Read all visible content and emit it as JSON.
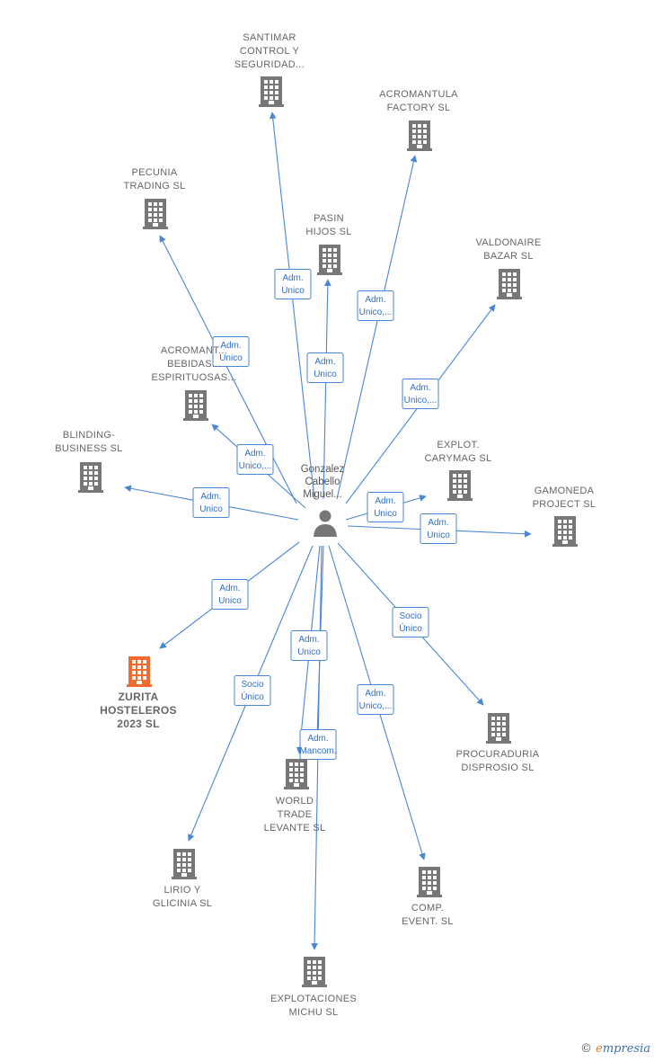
{
  "center": {
    "label_lines": [
      "Gonzalez",
      "Cabello",
      "Miguel..."
    ]
  },
  "nodes": [
    {
      "id": "santimar",
      "lines": [
        "SANTIMAR",
        "CONTROL Y",
        "SEGURIDAD..."
      ],
      "highlight": false
    },
    {
      "id": "acromantula-factory",
      "lines": [
        "ACROMANTULA",
        "FACTORY  SL"
      ],
      "highlight": false
    },
    {
      "id": "pecunia",
      "lines": [
        "PECUNIA",
        "TRADING  SL"
      ],
      "highlight": false
    },
    {
      "id": "pasin",
      "lines": [
        "PASIN",
        "HIJOS SL"
      ],
      "highlight": false
    },
    {
      "id": "valdonaire",
      "lines": [
        "VALDONAIRE",
        "BAZAR  SL"
      ],
      "highlight": false
    },
    {
      "id": "acromantula-bebidas",
      "lines": [
        "ACROMANT...",
        "BEBIDAS...",
        "ESPIRITUOSAS..."
      ],
      "highlight": false
    },
    {
      "id": "blinding",
      "lines": [
        "BLINDING-",
        "BUSINESS  SL"
      ],
      "highlight": false
    },
    {
      "id": "explot-carymag",
      "lines": [
        "EXPLOT.",
        "CARYMAG SL"
      ],
      "highlight": false
    },
    {
      "id": "gamoneda",
      "lines": [
        "GAMONEDA",
        "PROJECT  SL"
      ],
      "highlight": false
    },
    {
      "id": "zurita",
      "lines": [
        "ZURITA",
        "HOSTELEROS",
        "2023  SL"
      ],
      "highlight": true
    },
    {
      "id": "procuraduria",
      "lines": [
        "PROCURADURIA",
        "DISPROSIO  SL"
      ],
      "highlight": false
    },
    {
      "id": "world-trade",
      "lines": [
        "WORLD",
        "TRADE",
        "LEVANTE  SL"
      ],
      "highlight": false
    },
    {
      "id": "lirio",
      "lines": [
        "LIRIO Y",
        "GLICINIA  SL"
      ],
      "highlight": false
    },
    {
      "id": "comp-event",
      "lines": [
        "COMP.",
        "EVENT.  SL"
      ],
      "highlight": false
    },
    {
      "id": "explotaciones-michu",
      "lines": [
        "EXPLOTACIONES",
        "MICHU SL"
      ],
      "highlight": false
    }
  ],
  "edges": [
    {
      "to": "santimar",
      "label_lines": [
        "Adm.",
        "Unico"
      ]
    },
    {
      "to": "acromantula-factory",
      "label_lines": [
        "Adm.",
        "Unico,..."
      ]
    },
    {
      "to": "pecunia",
      "label_lines": [
        "Adm.",
        "Unico"
      ]
    },
    {
      "to": "pasin",
      "label_lines": [
        "Adm.",
        "Unico"
      ]
    },
    {
      "to": "valdonaire",
      "label_lines": [
        "Adm.",
        "Unico,..."
      ]
    },
    {
      "to": "acromantula-bebidas",
      "label_lines": [
        "Adm.",
        "Unico,..."
      ]
    },
    {
      "to": "blinding",
      "label_lines": [
        "Adm.",
        "Unico"
      ]
    },
    {
      "to": "explot-carymag",
      "label_lines": [
        "Adm.",
        "Unico"
      ]
    },
    {
      "to": "gamoneda",
      "label_lines": [
        "Adm.",
        "Unico"
      ]
    },
    {
      "to": "zurita",
      "label_lines": [
        "Adm.",
        "Unico"
      ]
    },
    {
      "to": "procuraduria",
      "label_lines": [
        "Socio",
        "Único"
      ]
    },
    {
      "to": "world-trade",
      "label_lines": [
        "Adm.",
        "Unico"
      ]
    },
    {
      "to": "world-trade",
      "label_lines": [
        "Adm.",
        "Mancom."
      ]
    },
    {
      "to": "lirio",
      "label_lines": [
        "Socio",
        "Único"
      ]
    },
    {
      "to": "comp-event",
      "label_lines": [
        "Adm.",
        "Unico,..."
      ]
    },
    {
      "to": "explotaciones-michu",
      "label_lines": []
    }
  ],
  "colors": {
    "edge": "#4a86d6",
    "building": "#777777",
    "building_highlight": "#f26a2e",
    "person": "#777777"
  },
  "footer": {
    "copyright_symbol": "©",
    "brand_initial": "e",
    "brand_rest": "mpresia"
  }
}
